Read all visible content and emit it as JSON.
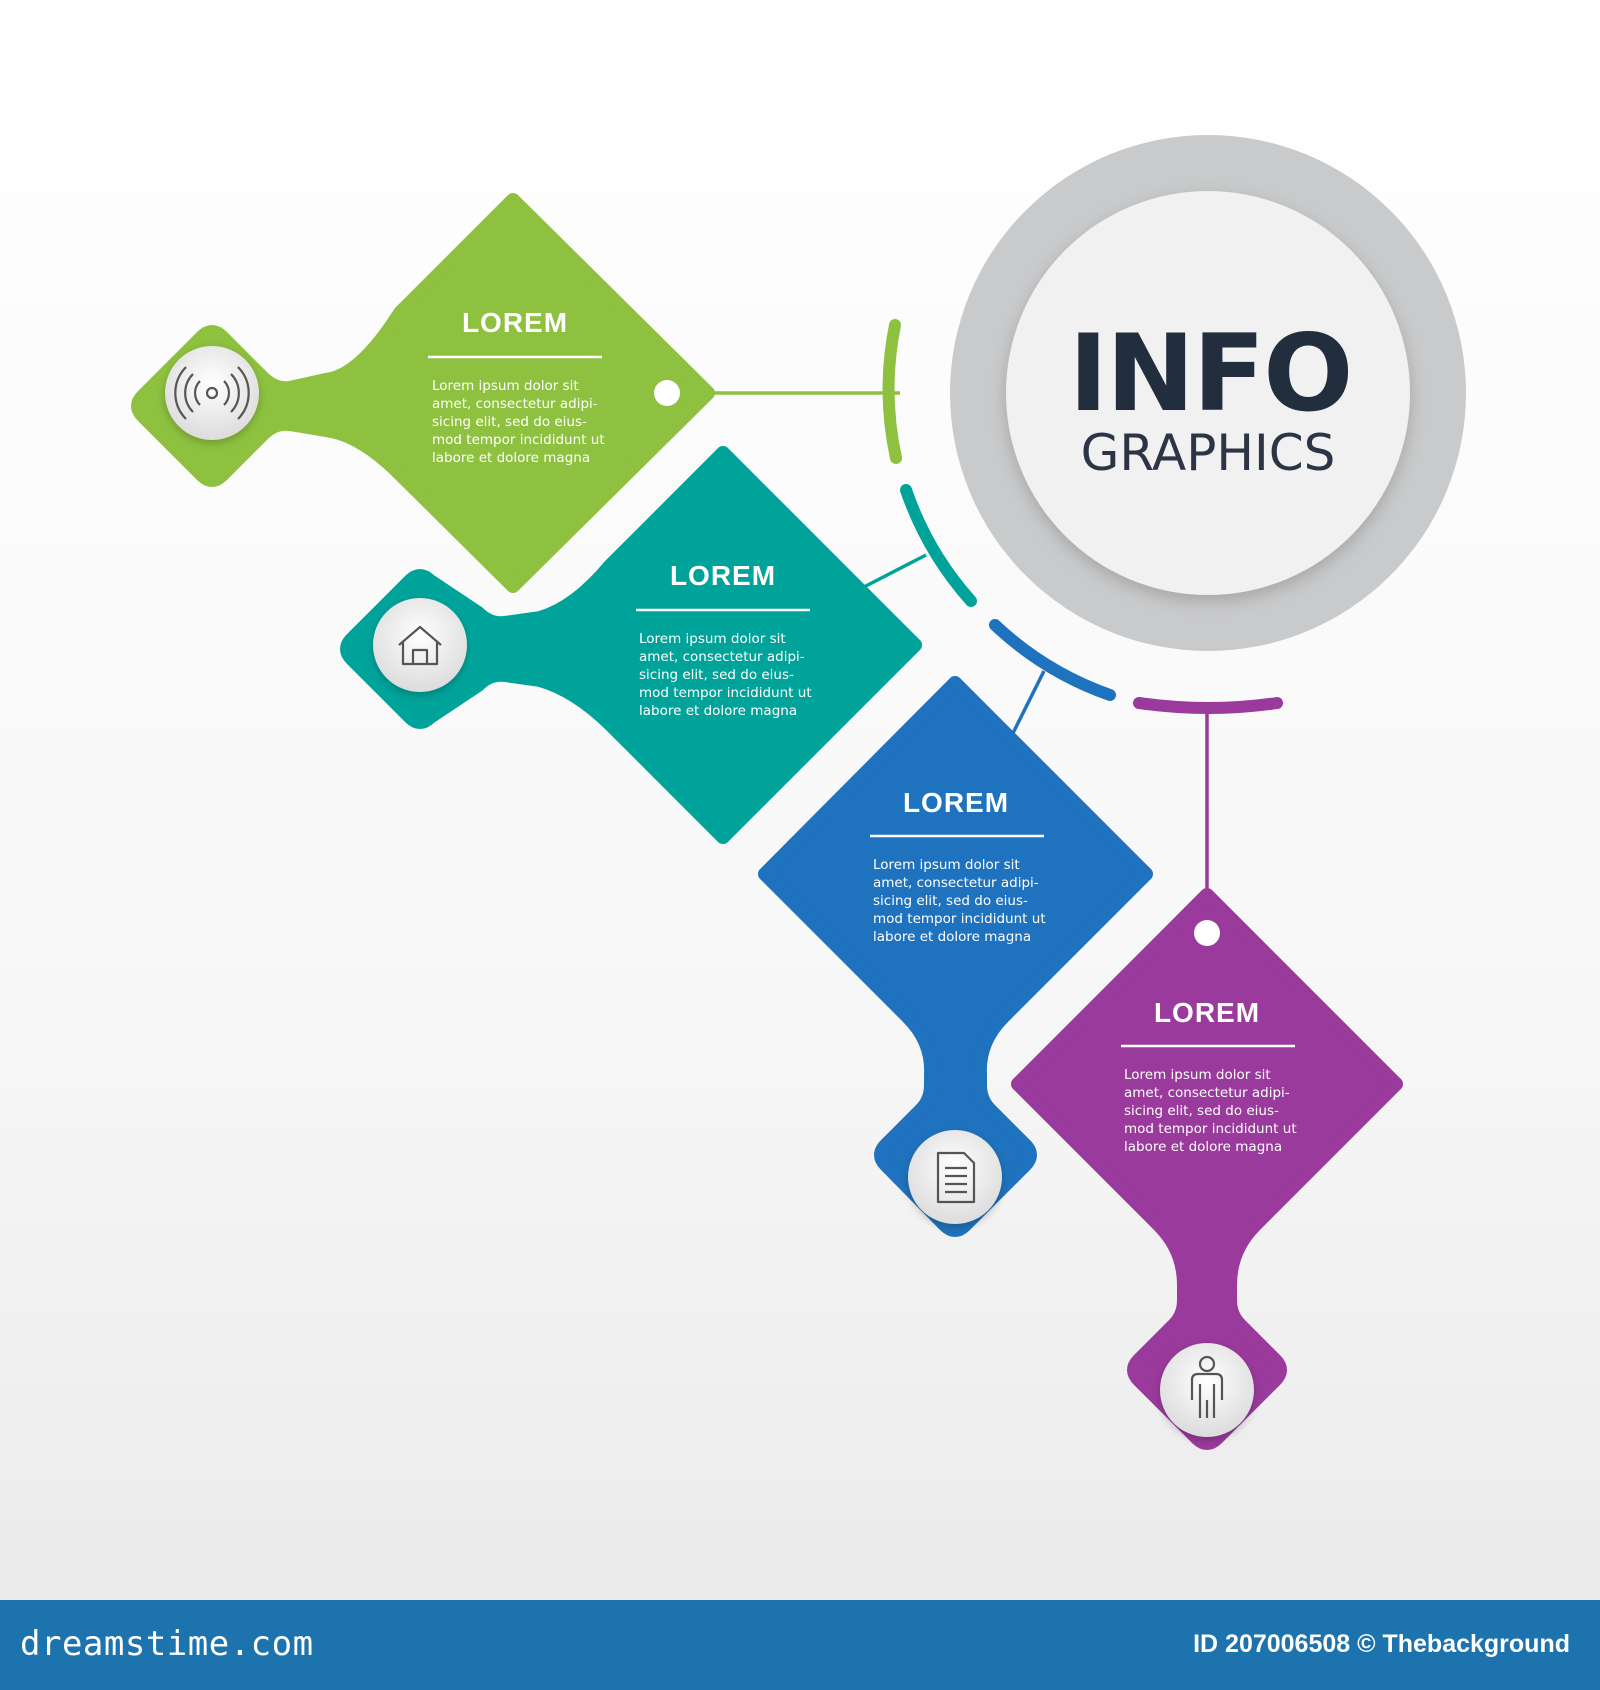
{
  "hub": {
    "title": "INFO",
    "subtitle": "GRAPHICS"
  },
  "steps": [
    {
      "title": "LOREM",
      "body": [
        "Lorem ipsum dolor sit",
        "amet, consectetur adipi-",
        "sicing elit, sed do eius-",
        "mod tempor incididunt ut",
        "labore et dolore magna"
      ],
      "color": "#8dc13f",
      "icon": "wifi-signal-icon"
    },
    {
      "title": "LOREM",
      "body": [
        "Lorem ipsum dolor sit",
        "amet, consectetur adipi-",
        "sicing elit, sed do eius-",
        "mod tempor incididunt ut",
        "labore et dolore magna"
      ],
      "color": "#00a39a",
      "icon": "house-icon"
    },
    {
      "title": "LOREM",
      "body": [
        "Lorem ipsum dolor sit",
        "amet, consectetur adipi-",
        "sicing elit, sed do eius-",
        "mod tempor incididunt ut",
        "labore et dolore magna"
      ],
      "color": "#1f72bd",
      "icon": "document-icon"
    },
    {
      "title": "LOREM",
      "body": [
        "Lorem ipsum dolor sit",
        "amet, consectetur adipi-",
        "sicing elit, sed do eius-",
        "mod tempor incididunt ut",
        "labore et dolore magna"
      ],
      "color": "#9a3a9c",
      "icon": "person-icon"
    }
  ],
  "footer": {
    "brand": "dreamstime.com",
    "image_id": "ID 207006508 © Thebackground"
  }
}
